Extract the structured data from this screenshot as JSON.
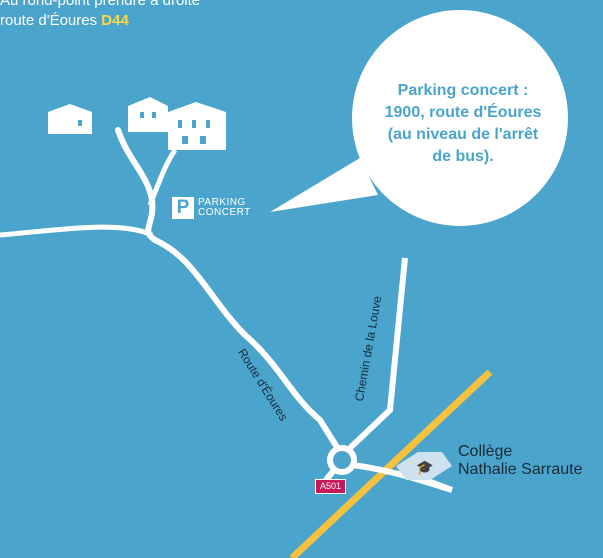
{
  "top_note": {
    "line1": "Au rond-point prendre à droite",
    "line2": "route d'Éoures",
    "road_code": "D44"
  },
  "bubble": {
    "lines": [
      "Parking concert :",
      "1900, route d'Éoures",
      "(au niveau de l'arrêt",
      "de bus)."
    ]
  },
  "parking": {
    "icon_letter": "P",
    "line1": "PARKING",
    "line2": "CONCERT"
  },
  "roads": {
    "route_eoures": "Route d'Éoures",
    "chemin_louve": "Chemin de la Louve",
    "highway": "A501"
  },
  "college": {
    "line1": "Collège",
    "line2": "Nathalie Sarraute"
  },
  "colors": {
    "sea": "#4aa4cc",
    "road": "#ffffff",
    "highway": "#f6c23e",
    "highway_badge": "#c8175a",
    "school": "#cfe0ef"
  }
}
